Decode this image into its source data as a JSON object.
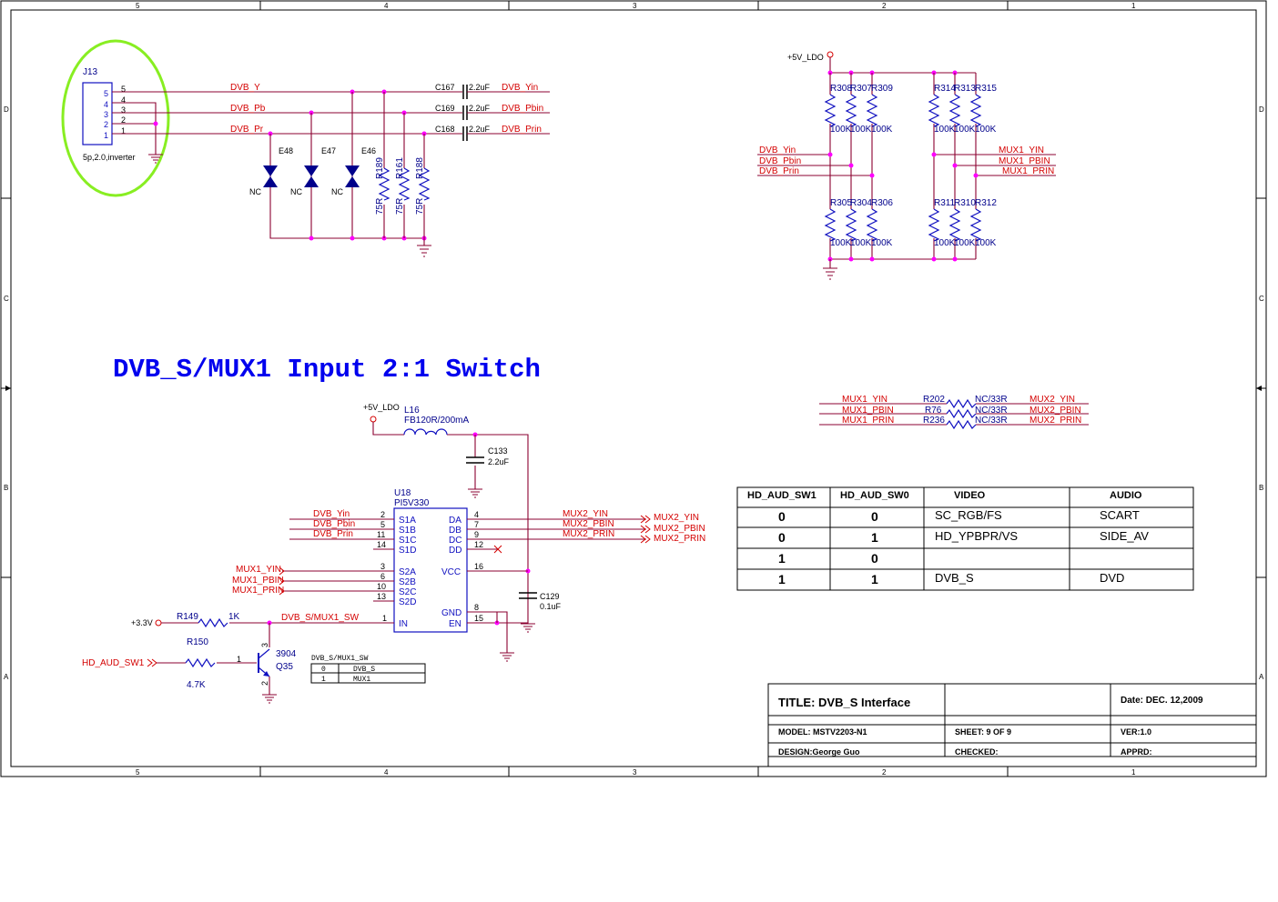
{
  "frame": {
    "col_labels": [
      "5",
      "4",
      "3",
      "2",
      "1"
    ],
    "row_labels": [
      "D",
      "C",
      "B",
      "A"
    ]
  },
  "heading": "DVB_S/MUX1 Input 2:1 Switch",
  "connector": {
    "ref": "J13",
    "pins": [
      "5",
      "4",
      "3",
      "2",
      "1"
    ],
    "part": "5p,2.0,inverter"
  },
  "input_nets": {
    "dvb_y": "DVB_Y",
    "dvb_pb": "DVB_Pb",
    "dvb_pr": "DVB_Pr"
  },
  "esd": [
    {
      "ref": "E48",
      "value": "NC"
    },
    {
      "ref": "E47",
      "value": "NC"
    },
    {
      "ref": "E46",
      "value": "NC"
    }
  ],
  "term_resistors": [
    {
      "ref": "R189",
      "value": "75R"
    },
    {
      "ref": "R161",
      "value": "75R"
    },
    {
      "ref": "R188",
      "value": "75R"
    }
  ],
  "coupling_caps": [
    {
      "ref": "C167",
      "value": "2.2uF",
      "net": "DVB_Yin"
    },
    {
      "ref": "C169",
      "value": "2.2uF",
      "net": "DVB_Pbin"
    },
    {
      "ref": "C168",
      "value": "2.2uF",
      "net": "DVB_Prin"
    }
  ],
  "bias": {
    "supply": "+5V_LDO",
    "top_left": [
      {
        "ref": "R308",
        "value": "100K"
      },
      {
        "ref": "R307",
        "value": "100K"
      },
      {
        "ref": "R309",
        "value": "100K"
      }
    ],
    "top_right": [
      {
        "ref": "R314",
        "value": "100K"
      },
      {
        "ref": "R313",
        "value": "100K"
      },
      {
        "ref": "R315",
        "value": "100K"
      }
    ],
    "bottom_left": [
      {
        "ref": "R305",
        "value": "100K"
      },
      {
        "ref": "R304",
        "value": "100K"
      },
      {
        "ref": "R306",
        "value": "100K"
      }
    ],
    "bottom_right": [
      {
        "ref": "R311",
        "value": "100K"
      },
      {
        "ref": "R310",
        "value": "100K"
      },
      {
        "ref": "R312",
        "value": "100K"
      }
    ],
    "left_nets": [
      "DVB_Yin",
      "DVB_Pbin",
      "DVB_Prin"
    ],
    "right_nets": [
      "MUX1_YIN",
      "MUX1_PBIN",
      "MUX1_PRIN"
    ]
  },
  "series_res": [
    {
      "ref": "R202",
      "value": "NC/33R",
      "in": "MUX1_YIN",
      "out": "MUX2_YIN"
    },
    {
      "ref": "R76",
      "value": "NC/33R",
      "in": "MUX1_PBIN",
      "out": "MUX2_PBIN"
    },
    {
      "ref": "R236",
      "value": "NC/33R",
      "in": "MUX1_PRIN",
      "out": "MUX2_PRIN"
    }
  ],
  "power_filter": {
    "supply": "+5V_LDO",
    "inductor_ref": "L16",
    "inductor_value": "FB120R/200mA",
    "cap_ref": "C133",
    "cap_value": "2.2uF",
    "cap2_ref": "C129",
    "cap2_value": "0.1uF"
  },
  "switch_ic": {
    "ref": "U18",
    "part": "PI5V330",
    "left_pins": [
      {
        "name": "S1A",
        "num": "2",
        "net": "DVB_Yin"
      },
      {
        "name": "S1B",
        "num": "5",
        "net": "DVB_Pbin"
      },
      {
        "name": "S1C",
        "num": "11",
        "net": "DVB_Prin"
      },
      {
        "name": "S1D",
        "num": "14",
        "net": ""
      },
      {
        "name": "S2A",
        "num": "3",
        "net": "MUX1_YIN"
      },
      {
        "name": "S2B",
        "num": "6",
        "net": "MUX1_PBIN"
      },
      {
        "name": "S2C",
        "num": "10",
        "net": "MUX1_PRIN"
      },
      {
        "name": "S2D",
        "num": "13",
        "net": ""
      },
      {
        "name": "IN",
        "num": "1",
        "net": "DVB_S/MUX1_SW"
      }
    ],
    "right_pins": [
      {
        "name": "DA",
        "num": "4",
        "net": "MUX2_YIN"
      },
      {
        "name": "DB",
        "num": "7",
        "net": "MUX2_PBIN"
      },
      {
        "name": "DC",
        "num": "9",
        "net": "MUX2_PRIN"
      },
      {
        "name": "DD",
        "num": "12",
        "net": ""
      },
      {
        "name": "VCC",
        "num": "16",
        "net": ""
      },
      {
        "name": "GND",
        "num": "8",
        "net": ""
      },
      {
        "name": "EN",
        "num": "15",
        "net": ""
      }
    ],
    "out_ports": [
      "MUX2_YIN",
      "MUX2_PBIN",
      "MUX2_PRIN"
    ]
  },
  "control": {
    "supply": "+3.3V",
    "pullup_ref": "R149",
    "pullup_value": "1K",
    "base_ref": "R150",
    "base_value": "4.7K",
    "input_net": "HD_AUD_SW1",
    "transistor_ref": "Q35",
    "transistor_part": "3904",
    "pins": [
      "1",
      "2",
      "3"
    ]
  },
  "mini_table": {
    "title": "DVB_S/MUX1_SW",
    "rows": [
      [
        "0",
        "DVB_S"
      ],
      [
        "1",
        "MUX1"
      ]
    ]
  },
  "truth_table": {
    "headers": [
      "HD_AUD_SW1",
      "HD_AUD_SW0",
      "VIDEO",
      "AUDIO"
    ],
    "rows": [
      [
        "0",
        "0",
        "SC_RGB/FS",
        "SCART"
      ],
      [
        "0",
        "1",
        "HD_YPBPR/VS",
        "SIDE_AV"
      ],
      [
        "1",
        "0",
        "",
        ""
      ],
      [
        "1",
        "1",
        "DVB_S",
        "DVD"
      ]
    ]
  },
  "title_block": {
    "title": "TITLE: DVB_S Interface",
    "date": "Date:  DEC. 12,2009",
    "model": "MODEL: MSTV2203-N1",
    "sheet": "SHEET:     9  OF  9",
    "ver": "VER:1.0",
    "design": "DESIGN:George Guo",
    "checked": "CHECKED:",
    "apprd": "APPRD:"
  },
  "colors": {
    "wire": "#8b0030",
    "net_label": "#d40000",
    "ref_label": "#00008b",
    "junction": "#ff00ff",
    "heading": "#0000ee",
    "highlight": "#88ee22"
  }
}
